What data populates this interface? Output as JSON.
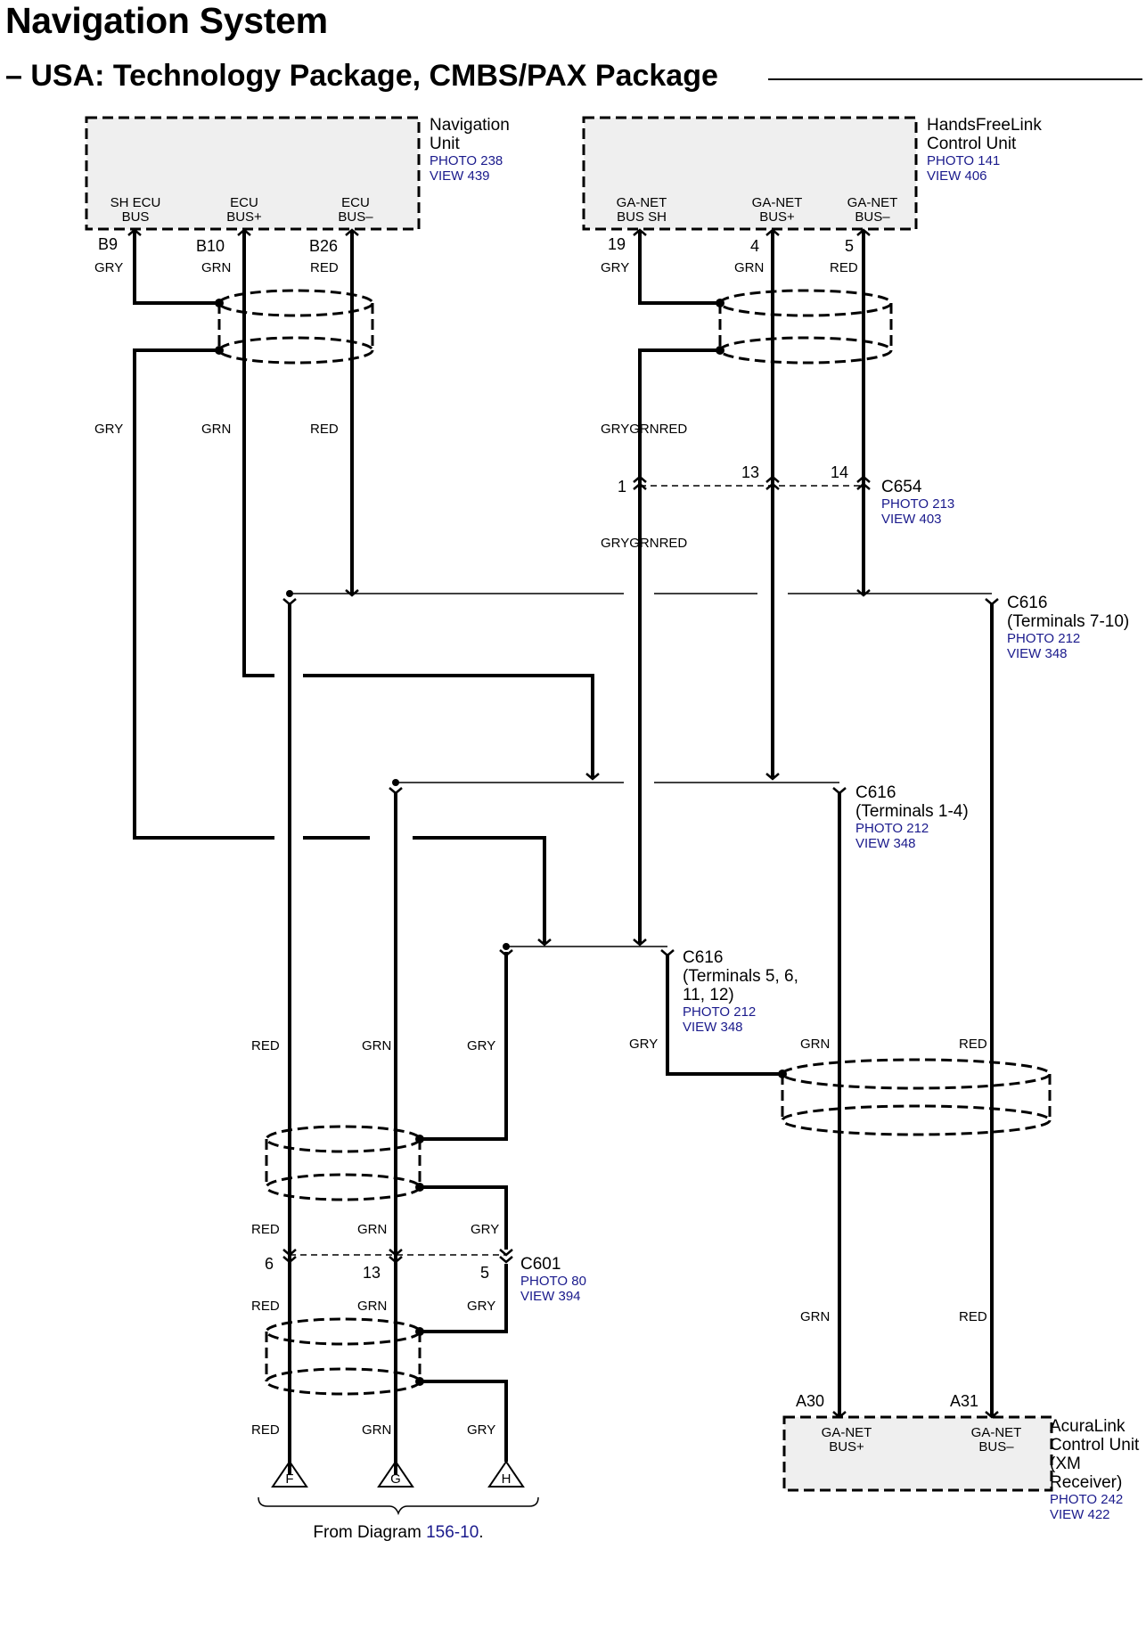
{
  "title": "Navigation System",
  "subtitle": "– USA: Technology Package, CMBS/PAX Package",
  "colors": {
    "line": "#000000",
    "component_fill": "#efefef",
    "reference_text": "#1a1a8c"
  },
  "components": {
    "navigation_unit": {
      "name_lines": [
        "Navigation",
        "Unit"
      ],
      "refs": [
        "PHOTO 238",
        "VIEW 439"
      ],
      "pins": [
        {
          "id": "B9",
          "label_lines": [
            "SH ECU",
            "BUS"
          ]
        },
        {
          "id": "B10",
          "label_lines": [
            "ECU",
            "BUS+"
          ]
        },
        {
          "id": "B26",
          "label_lines": [
            "ECU",
            "BUS–"
          ]
        }
      ]
    },
    "handsfreelink_unit": {
      "name_lines": [
        "HandsFreeLink",
        "Control Unit"
      ],
      "refs": [
        "PHOTO 141",
        "VIEW 406"
      ],
      "pins": [
        {
          "id": "19",
          "label_lines": [
            "GA-NET",
            "BUS SH"
          ]
        },
        {
          "id": "4",
          "label_lines": [
            "GA-NET",
            "BUS+"
          ]
        },
        {
          "id": "5",
          "label_lines": [
            "GA-NET",
            "BUS–"
          ]
        }
      ]
    },
    "acuralink_unit": {
      "name_lines": [
        "AcuraLink",
        "Control Unit",
        "(XM",
        "Receiver)"
      ],
      "refs": [
        "PHOTO 242",
        "VIEW 422"
      ],
      "pins": [
        {
          "id": "A30",
          "label_lines": [
            "GA-NET",
            "BUS+"
          ]
        },
        {
          "id": "A31",
          "label_lines": [
            "GA-NET",
            "BUS–"
          ]
        }
      ]
    }
  },
  "connectors": {
    "c654": {
      "name": "C654",
      "refs": [
        "PHOTO 213",
        "VIEW 403"
      ],
      "terminals": [
        "1",
        "13",
        "14"
      ]
    },
    "c616_7_10": {
      "name": "C616",
      "sub_lines": [
        "(Terminals 7-10)"
      ],
      "refs": [
        "PHOTO 212",
        "VIEW 348"
      ]
    },
    "c616_1_4": {
      "name": "C616",
      "sub_lines": [
        "(Terminals 1-4)"
      ],
      "refs": [
        "PHOTO 212",
        "VIEW 348"
      ]
    },
    "c616_5_12": {
      "name": "C616",
      "sub_lines": [
        "(Terminals 5, 6,",
        "11, 12)"
      ],
      "refs": [
        "PHOTO 212",
        "VIEW 348"
      ]
    },
    "c601": {
      "name": "C601",
      "refs": [
        "PHOTO 80",
        "VIEW 394"
      ],
      "terminals": [
        "6",
        "13",
        "5"
      ]
    }
  },
  "wire_colors": {
    "gry": "GRY",
    "grn": "GRN",
    "red": "RED",
    "shield": "GRYGRNRED"
  },
  "off_page": {
    "markers": [
      "F",
      "G",
      "H"
    ],
    "caption_prefix": "From Diagram ",
    "caption_link": "156-10",
    "caption_suffix": "."
  }
}
